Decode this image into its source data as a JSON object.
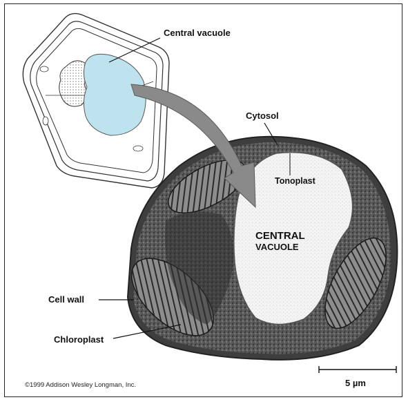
{
  "labels": {
    "central_vacuole": "Central vacuole",
    "cytosol": "Cytosol",
    "tonoplast": "Tonoplast",
    "central_vacuole_caps_1": "CENTRAL",
    "central_vacuole_caps_2": "VACUOLE",
    "cell_wall": "Cell wall",
    "chloroplast": "Chloroplast"
  },
  "scale_bar": {
    "label": "5 µm"
  },
  "copyright": "©1999 Addison Wesley Longman, Inc.",
  "colors": {
    "vacuole_fill": "#bfe3ee",
    "cytoplasm_dark": "#4a4a4a",
    "arrow_gray": "#8a8a8a"
  }
}
